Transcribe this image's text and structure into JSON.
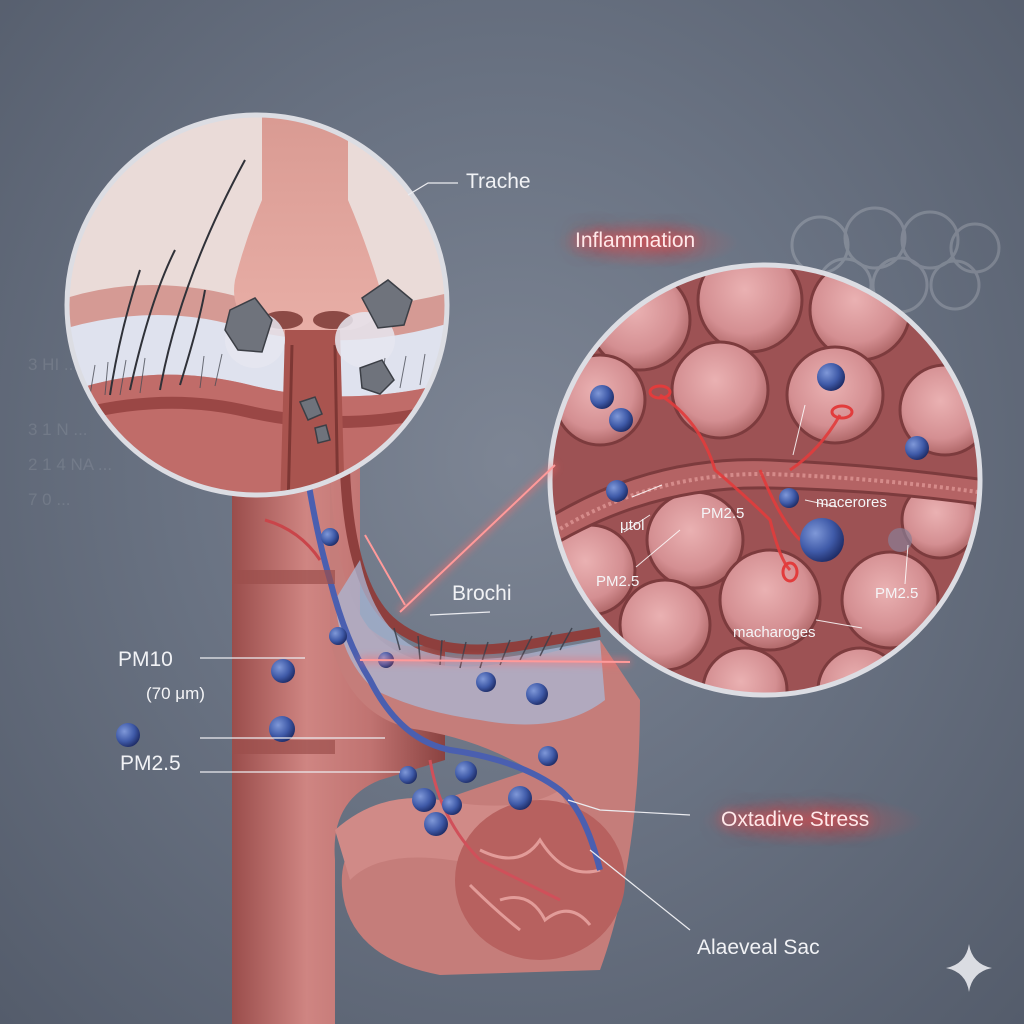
{
  "labels": {
    "trachea": "Trache",
    "inflammation": "Inflammation",
    "bronchi": "Brochi",
    "pm10": "PM10",
    "pm10_size": "(70 μm)",
    "pm25_left": "PM2.5",
    "oxidative_stress": "Oxtadive Stress",
    "alveolar_sac": "Alaeveal Sac"
  },
  "inset_labels": {
    "utol": "μtol",
    "pm25_top": "PM2.5",
    "macrophages_a": "macerores",
    "pm25_left": "PM2.5",
    "pm25_right": "PM2.5",
    "macrophages_b": "macharoges"
  },
  "colors": {
    "background": "#6a7383",
    "tissue": "#c97a78",
    "tissue_dark": "#8e3f3d",
    "particle": "#3f5aa8",
    "glow": "#e85050"
  },
  "icons": [
    "sparkle-icon"
  ]
}
